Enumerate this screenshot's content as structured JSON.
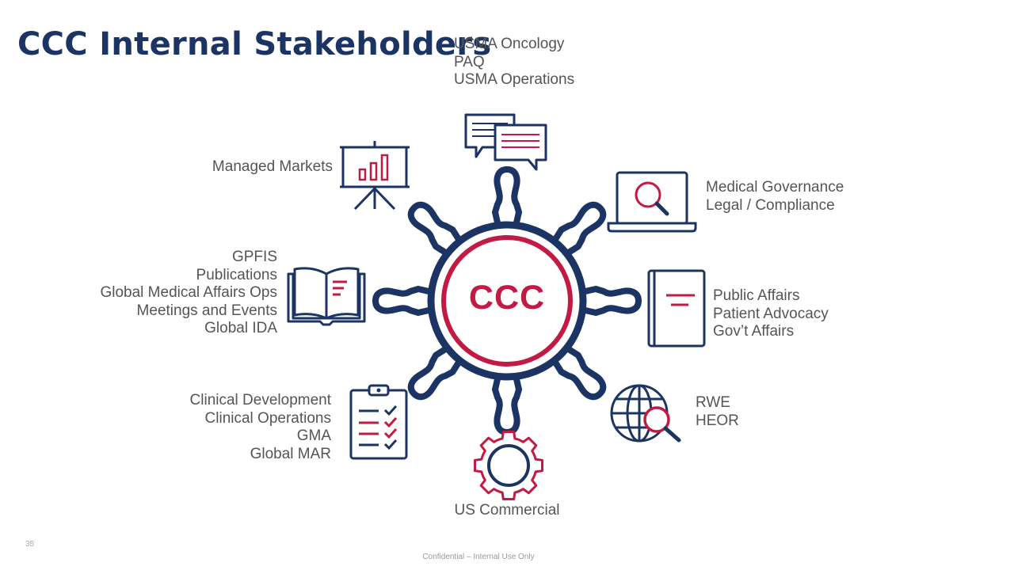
{
  "title": "CCC Internal Stakeholders",
  "hub": {
    "label": "CCC"
  },
  "groups": {
    "usma": [
      "USMA Oncology",
      "PAQ",
      "USMA Operations"
    ],
    "managed_markets": [
      "Managed Markets"
    ],
    "medical_governance": [
      "Medical Governance",
      "Legal / Compliance"
    ],
    "global_medical": [
      "GPFIS",
      "Publications",
      "Global Medical Affairs Ops",
      "Meetings and Events",
      "Global IDA"
    ],
    "public_affairs": [
      "Public Affairs",
      "Patient Advocacy",
      "Gov’t Affairs"
    ],
    "clinical": [
      "Clinical Development",
      "Clinical Operations",
      "GMA",
      "Global MAR"
    ],
    "rwe": [
      "RWE",
      "HEOR"
    ],
    "commercial": [
      "US Commercial"
    ]
  },
  "icons": {
    "usma": "chat-bubbles-icon",
    "managed_markets": "presentation-chart-icon",
    "medical_governance": "laptop-search-icon",
    "global_medical": "open-book-icon",
    "public_affairs": "notebook-icon",
    "clinical": "clipboard-checklist-icon",
    "rwe": "globe-search-icon",
    "commercial": "gear-icon",
    "hub": "ship-wheel-icon"
  },
  "colors": {
    "navy": "#1c3464",
    "crimson": "#c21a42",
    "text": "#555555"
  },
  "slide_number": "35",
  "footer": "Confidential – Internal Use Only"
}
